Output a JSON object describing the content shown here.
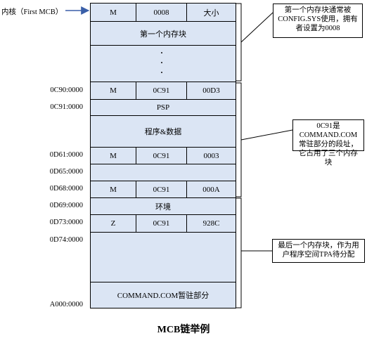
{
  "caption": "MCB链举例",
  "kernel_label": "内核（First MCB）",
  "rows": {
    "r1": [
      "M",
      "0008",
      "大小"
    ],
    "r2": "第一个内存块",
    "r4": [
      "M",
      "0C91",
      "00D3"
    ],
    "r5": "PSP",
    "r6": "程序&数据",
    "r7": [
      "M",
      "0C91",
      "0003"
    ],
    "r9": [
      "M",
      "0C91",
      "000A"
    ],
    "r10": "环境",
    "r11": [
      "Z",
      "0C91",
      "928C"
    ],
    "r13": "COMMAND.COM暂驻部分"
  },
  "addresses": [
    "0C90:0000",
    "0C91:0000",
    "0D61:0000",
    "0D65:0000",
    "0D68:0000",
    "0D69:0000",
    "0D73:0000",
    "0D74:0000",
    "A000:0000"
  ],
  "notes": [
    "第一个内存块通常被CONFIG.SYS使用，拥有者设置为0008",
    "0C91是COMMAND.COM常驻部分的段址，它占用了三个内存块",
    "最后一个内存块，作为用户程序空间TPA待分配"
  ],
  "colors": {
    "cell_fill": "#dbe5f4",
    "arrow": "#3a5fa8"
  }
}
